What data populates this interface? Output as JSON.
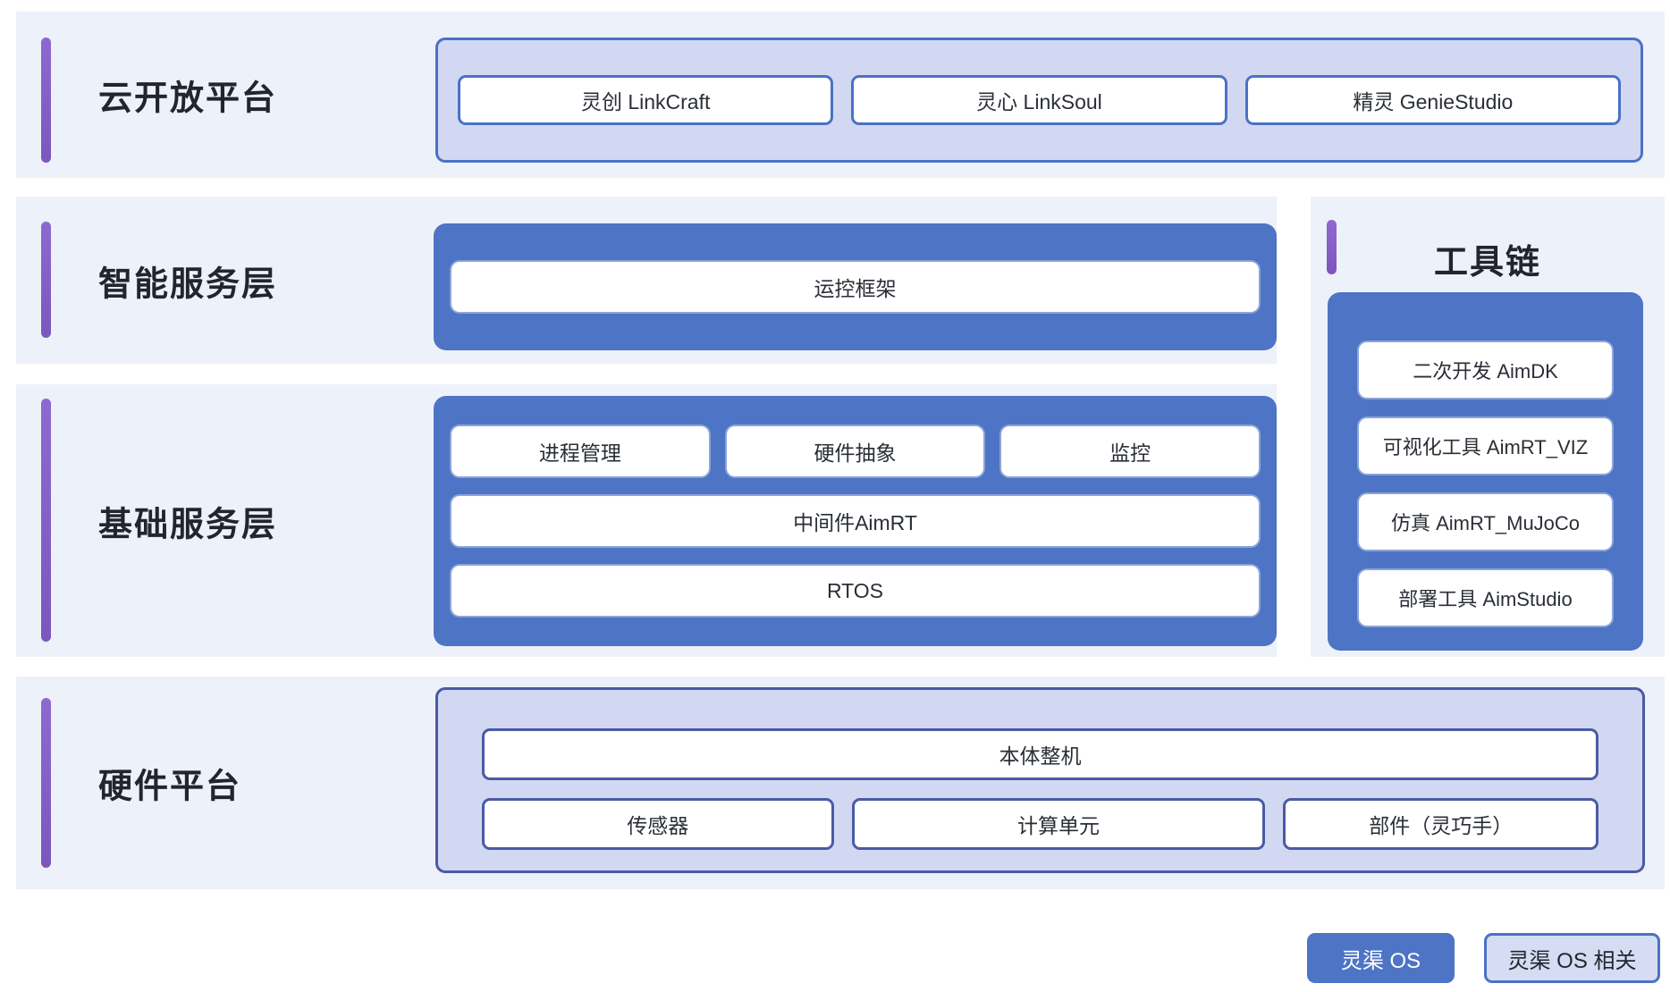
{
  "layers": {
    "cloud": {
      "title": "云开放平台",
      "boxes": [
        "灵创 LinkCraft",
        "灵心 LinkSoul",
        "精灵 GenieStudio"
      ]
    },
    "intelligent": {
      "title": "智能服务层",
      "boxes": [
        "运控框架"
      ]
    },
    "foundation": {
      "title": "基础服务层",
      "row1": [
        "进程管理",
        "硬件抽象",
        "监控"
      ],
      "row2": [
        "中间件AimRT"
      ],
      "row3": [
        "RTOS"
      ]
    },
    "hardware": {
      "title": "硬件平台",
      "row1": [
        "本体整机"
      ],
      "row2": [
        "传感器",
        "计算单元",
        "部件（灵巧手）"
      ]
    }
  },
  "toolchain": {
    "title": "工具链",
    "boxes": [
      "二次开发 AimDK",
      "可视化工具 AimRT_VIZ",
      "仿真 AimRT_MuJoCo",
      "部署工具 AimStudio"
    ]
  },
  "legend": {
    "os_label": "灵渠 OS",
    "related_label": "灵渠 OS 相关"
  },
  "colors": {
    "os_fill": "#4d74c5",
    "related_fill": "#d3d8f2",
    "related_border_blue": "#4a72c5",
    "related_border_indigo": "#4a5aa5",
    "accent_purple": "#8762c8",
    "row_background": "#edf1fa"
  }
}
